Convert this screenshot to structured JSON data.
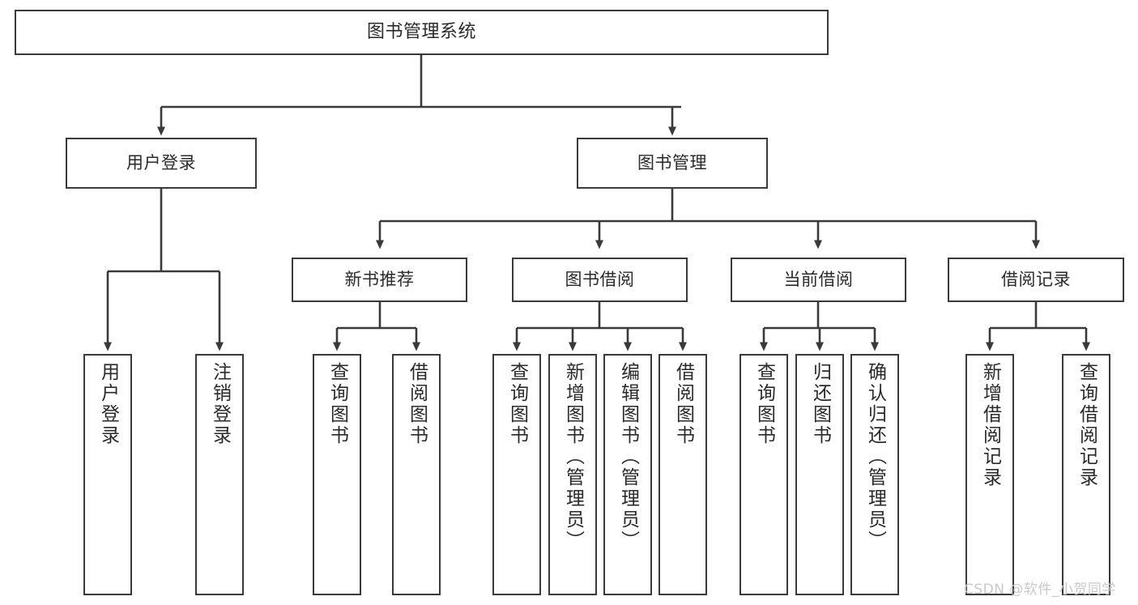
{
  "diagram": {
    "title": "图书管理系统",
    "type": "tree",
    "root": {
      "id": "root",
      "label": "图书管理系统"
    },
    "branches": [
      {
        "id": "user-login",
        "label": "用户登录"
      },
      {
        "id": "book-manage",
        "label": "图书管理"
      }
    ],
    "categories": [
      {
        "id": "new-book-rec",
        "label": "新书推荐"
      },
      {
        "id": "book-borrow",
        "label": "图书借阅"
      },
      {
        "id": "current-borrow",
        "label": "当前借阅"
      },
      {
        "id": "borrow-record",
        "label": "借阅记录"
      }
    ],
    "leaves": {
      "user_login": [
        {
          "id": "leaf-user-login",
          "label": "用户登录"
        },
        {
          "id": "leaf-logout",
          "label": "注销登录"
        }
      ],
      "new_book_rec": [
        {
          "id": "leaf-query-book-1",
          "label": "查询图书"
        },
        {
          "id": "leaf-borrow-book-1",
          "label": "借阅图书"
        }
      ],
      "book_borrow": [
        {
          "id": "leaf-query-book-2",
          "label": "查询图书"
        },
        {
          "id": "leaf-add-book",
          "label": "新增图书（管理员）"
        },
        {
          "id": "leaf-edit-book",
          "label": "编辑图书（管理员）"
        },
        {
          "id": "leaf-borrow-book-2",
          "label": "借阅图书"
        }
      ],
      "current_borrow": [
        {
          "id": "leaf-query-book-3",
          "label": "查询图书"
        },
        {
          "id": "leaf-return-book",
          "label": "归还图书"
        },
        {
          "id": "leaf-confirm-return",
          "label": "确认归还（管理员）"
        }
      ],
      "borrow_record": [
        {
          "id": "leaf-add-record",
          "label": "新增借阅记录"
        },
        {
          "id": "leaf-query-record",
          "label": "查询借阅记录"
        }
      ]
    }
  },
  "watermark": {
    "text": "CSDN @软件_小贺同学"
  },
  "colors": {
    "border": "#3a3a3a",
    "text": "#2a2a2a",
    "background": "#ffffff",
    "connector": "#3a3a3a",
    "watermark": "#c9c9c9"
  }
}
